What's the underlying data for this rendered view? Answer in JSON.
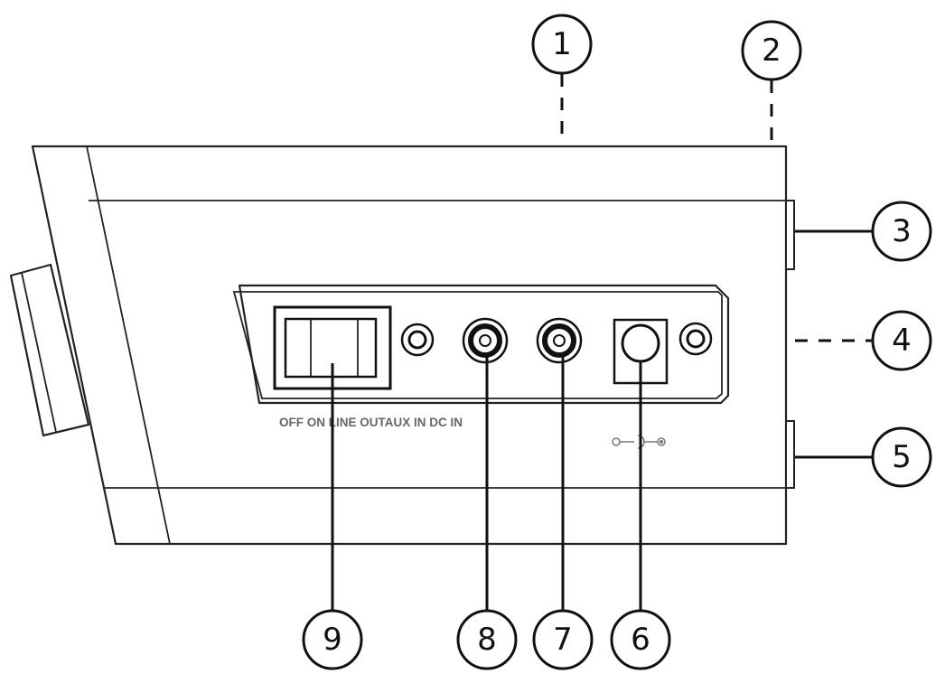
{
  "panel": {
    "jack_labels": "OFF ON LINE OUTAUX IN DC IN"
  },
  "callouts": [
    {
      "id": "1",
      "label": "1",
      "line": "dashed"
    },
    {
      "id": "2",
      "label": "2",
      "line": "dashed"
    },
    {
      "id": "3",
      "label": "3",
      "line": "solid"
    },
    {
      "id": "4",
      "label": "4",
      "line": "dashed"
    },
    {
      "id": "5",
      "label": "5",
      "line": "solid"
    },
    {
      "id": "6",
      "label": "6",
      "line": "solid"
    },
    {
      "id": "7",
      "label": "7",
      "line": "solid"
    },
    {
      "id": "8",
      "label": "8",
      "line": "solid"
    },
    {
      "id": "9",
      "label": "9",
      "line": "solid"
    }
  ],
  "icons": {
    "dc_polarity": "dc-polarity-icon"
  }
}
